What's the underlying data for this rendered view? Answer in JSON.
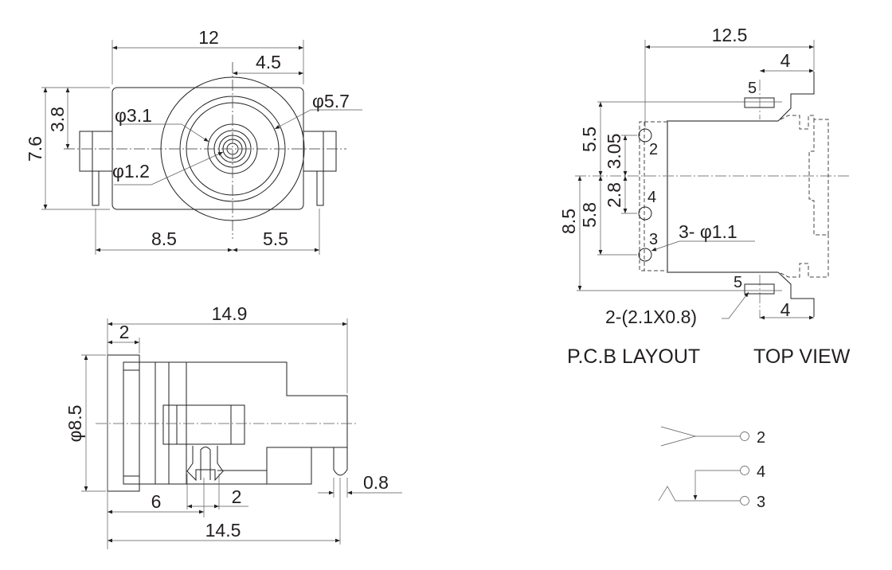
{
  "front_view": {
    "dims": {
      "width": "12",
      "offset": "4.5",
      "height": "7.6",
      "half_height": "3.8",
      "pin_left": "8.5",
      "pin_right": "5.5"
    },
    "diameters": {
      "outer": "φ5.7",
      "inner": "φ3.1",
      "pin": "φ1.2"
    }
  },
  "side_view": {
    "dims": {
      "length": "14.9",
      "flange": "2",
      "diameter": "φ8.5",
      "pin_offset": "6",
      "pin_width": "2",
      "pin_thickness": "0.8",
      "pin_pitch": "14.5"
    }
  },
  "pcb_layout": {
    "dims": {
      "width": "12.5",
      "tab_top": "4",
      "tab_bottom": "4",
      "hole2": "5.5",
      "hole_gap_a": "3.05",
      "hole_gap_b": "2.8",
      "hole3": "5.8",
      "tab_span": "8.5"
    },
    "pin_labels": {
      "top_tab": "5",
      "bottom_tab": "5",
      "hole2": "2",
      "hole4": "4",
      "hole3": "3"
    },
    "holes_note": "3- φ1.1",
    "slots_note": "2-(2.1X0.8)",
    "caption_left": "P.C.B LAYOUT",
    "caption_right": "TOP VIEW"
  },
  "schematic": {
    "pins": [
      "2",
      "4",
      "3"
    ]
  }
}
